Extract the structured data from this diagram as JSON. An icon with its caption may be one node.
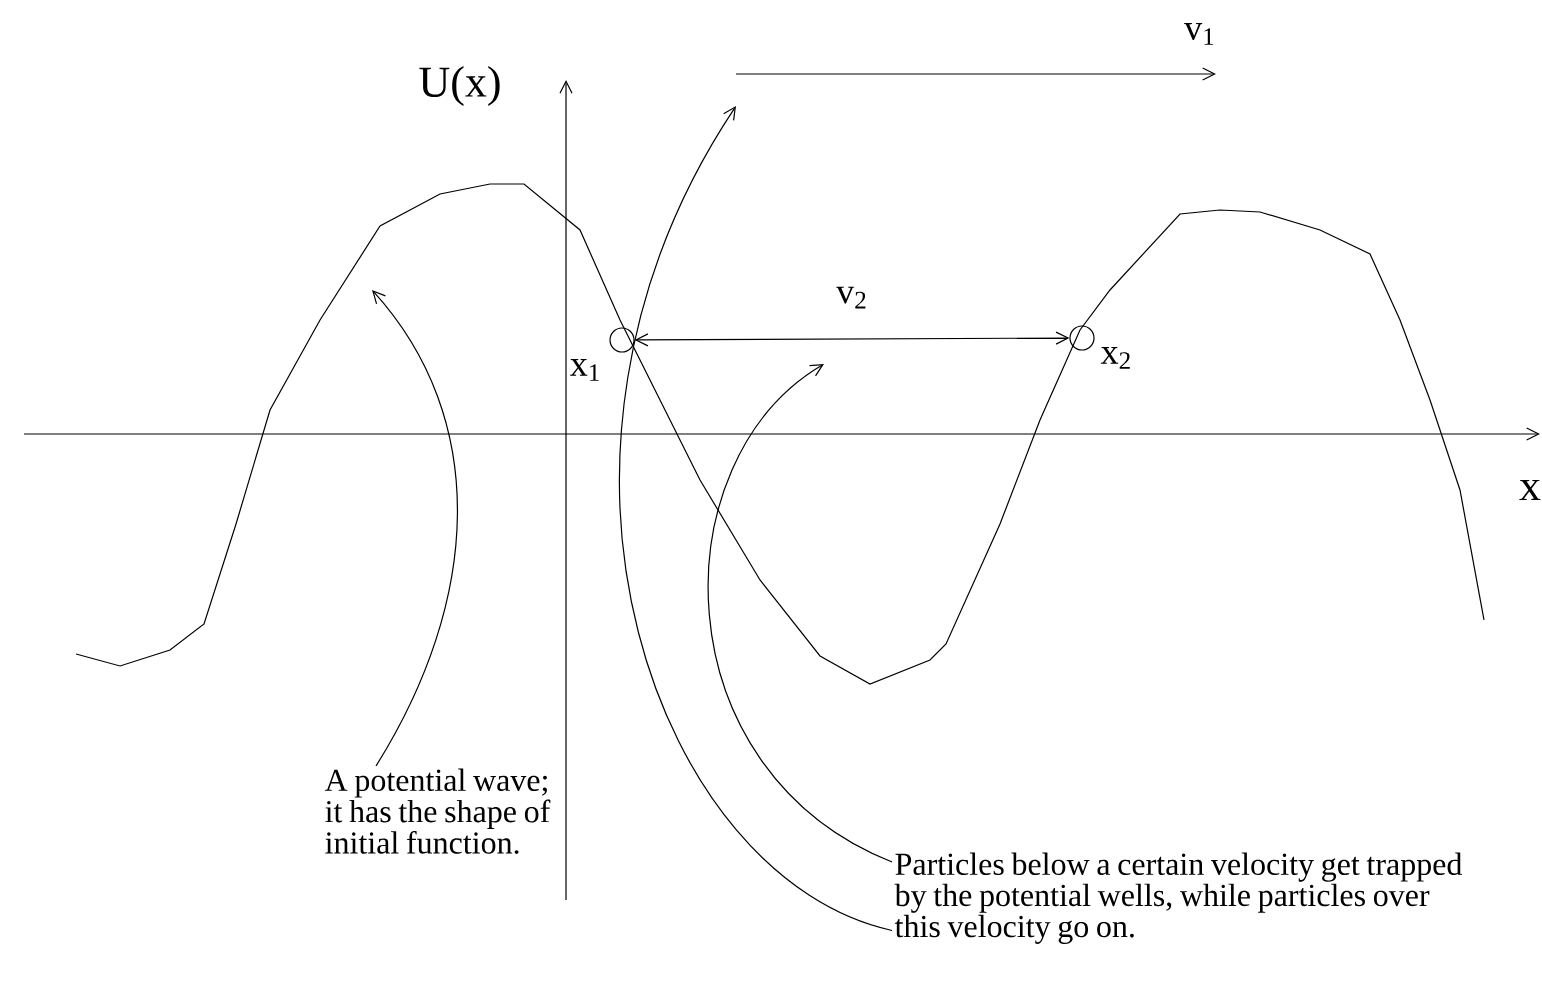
{
  "diagram": {
    "nodes": [
      {
        "text": [
          "A potential wave; it has the shape of initial function."
        ]
      },
      {
        "text": [
          "Particles below a certain velocity get trapped by the potential wells, while particles over this velocity go on."
        ]
      },
      {
        "text": [],
        "shape": "circle",
        "beside": [
          "x$_{1}$"
        ]
      },
      {
        "text": [],
        "shape": "circle",
        "beside": [
          "x$_{2}$"
        ]
      }
    ],
    "edges": [
      {
        "from": 0,
        "to": null,
        "arrow": "to"
      },
      {
        "from": 1,
        "to": null,
        "arrow": "to"
      },
      {
        "from": 1,
        "to": null,
        "arrow": "to"
      },
      {
        "from": 2,
        "to": 3,
        "arrow": "both",
        "label": "v$_{2}$"
      }
    ],
    "labels": [
      "U(x)",
      "v$_{1}$",
      "x"
    ]
  }
}
